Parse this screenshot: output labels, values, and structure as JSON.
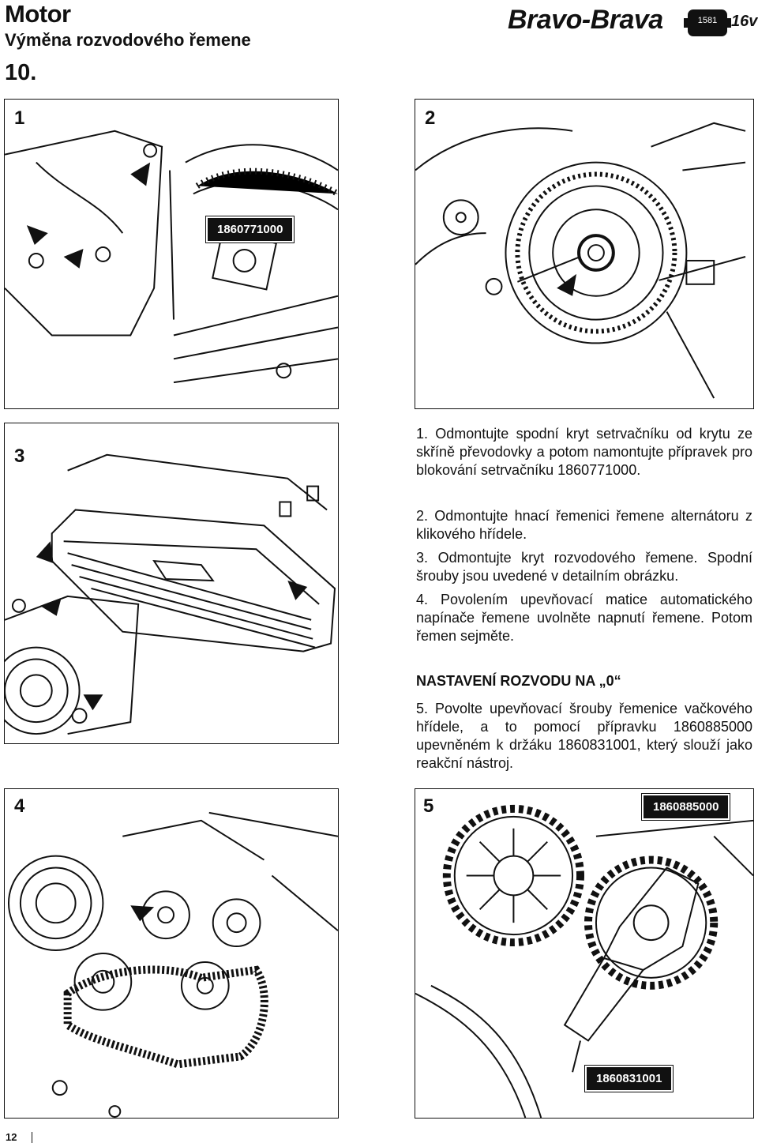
{
  "header": {
    "section": "Motor",
    "subtitle": "Výměna rozvodového řemene",
    "number": "10.",
    "brand": "Bravo-Brava",
    "engine_badge": "1581",
    "valves": "16v"
  },
  "figures": [
    {
      "number": "1",
      "tags": [
        "1860771000"
      ]
    },
    {
      "number": "2",
      "tags": []
    },
    {
      "number": "3",
      "tags": []
    },
    {
      "number": "4",
      "tags": []
    },
    {
      "number": "5",
      "tags": [
        "1860885000",
        "1860831001"
      ]
    }
  ],
  "steps": [
    {
      "text": "1. Odmontujte spodní kryt setrvačníku od krytu ze skříně převodovky a potom namontujte přípravek pro blokování setrvačníku 1860771000."
    },
    {
      "text": "2. Odmontujte hnací řemenici řemene alternátoru z klikového hřídele."
    },
    {
      "text": "3. Odmontujte kryt rozvodového řemene. Spodní šrouby jsou uvedené v detailním obrázku."
    },
    {
      "text": "4. Povolením upevňovací matice automatického napínače řemene uvolněte napnutí řemene. Potom řemen sejměte."
    }
  ],
  "heading": "NASTAVENÍ ROZVODU NA „0“",
  "step5": "5. Povolte upevňovací šrouby řemenice vačkového hřídele, a to pomocí přípravku 1860885000 upevněném k držáku 1860831001, který slouží jako reakční nástroj.",
  "footer": {
    "page": "12"
  }
}
